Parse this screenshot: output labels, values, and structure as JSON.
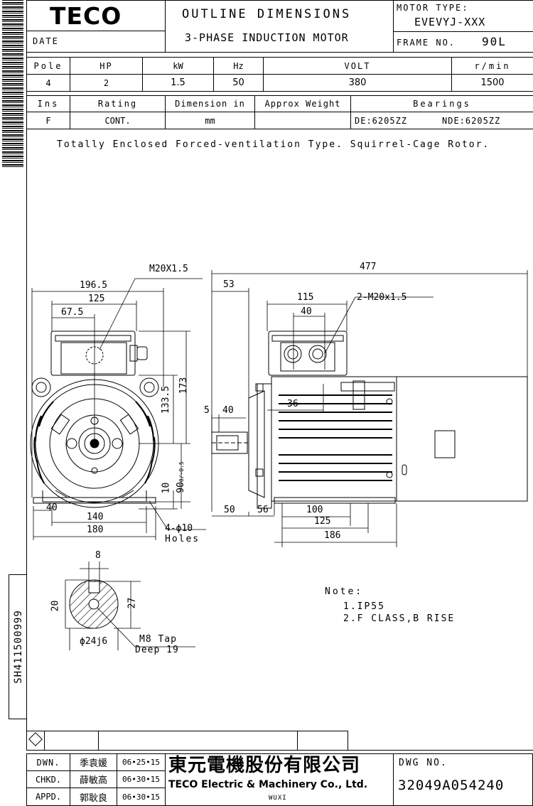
{
  "header": {
    "logo": "TECO",
    "date_label": "DATE",
    "title_line1": "OUTLINE DIMENSIONS",
    "title_line2": "3-PHASE INDUCTION MOTOR",
    "motor_type_label": "MOTOR TYPE:",
    "motor_type_value": "EVEVYJ-XXX",
    "frame_label": "FRAME NO.",
    "frame_value": "90L"
  },
  "ratings": {
    "headers": [
      "Pole",
      "HP",
      "kW",
      "Hz",
      "VOLT",
      "r/min"
    ],
    "values": [
      "4",
      "2",
      "1.5",
      "50",
      "380",
      "1500"
    ]
  },
  "specs": {
    "headers": [
      "Ins",
      "Rating",
      "Dimension in",
      "Approx Weight",
      "Bearings"
    ],
    "values": [
      "F",
      "CONT.",
      "mm",
      ""
    ],
    "bearing_de": "DE:6205ZZ",
    "bearing_nde": "NDE:6205ZZ"
  },
  "description": "Totally Enclosed Forced-ventilation Type. Squirrel-Cage Rotor.",
  "dimensions": {
    "front": {
      "gland": "M20X1.5",
      "w_total": "196.5",
      "w_box": "125",
      "w_half": "67.5",
      "h_box": "173",
      "h_center": "133.5",
      "shaft_h": "90",
      "shaft_tol_top": "0",
      "shaft_tol_bot": "-0.5",
      "foot_h": "10",
      "foot_edge": "40",
      "foot_span": "140",
      "base_w": "180",
      "holes": "4-ϕ10",
      "holes_label": "Holes"
    },
    "side": {
      "overall": "477",
      "to_box": "53",
      "box_w": "115",
      "box_inner": "40",
      "gland2": "2-M20x1.5",
      "key_pos": "5",
      "shaft_len": "40",
      "offset_36": "36",
      "shaft_end": "50",
      "foot_off": "56",
      "foot_span": "100",
      "foot_total": "125",
      "base_len": "186"
    },
    "shaft": {
      "key_w": "8",
      "key_depth": "20",
      "shaft_h": "27",
      "dia": "ϕ24j6",
      "tap": "M8 Tap",
      "deep": "Deep 19"
    }
  },
  "notes": {
    "title": "Note:",
    "items": [
      "1.IP55",
      "2.F CLASS,B RISE"
    ]
  },
  "margin_id": "SH411500999",
  "footer": {
    "rows": [
      {
        "role": "DWN.",
        "name": "季袁媛",
        "date": "06•25•15"
      },
      {
        "role": "CHKD.",
        "name": "薛敏高",
        "date": "06•30•15"
      },
      {
        "role": "APPD.",
        "name": "郭耿良",
        "date": "06•30•15"
      }
    ],
    "company_cn": "東元電機股份有限公司",
    "company_en": "TECO Electric & Machinery Co., Ltd.",
    "city": "WUXI",
    "dwg_label": "DWG NO.",
    "dwg_value": "32049A054240"
  }
}
